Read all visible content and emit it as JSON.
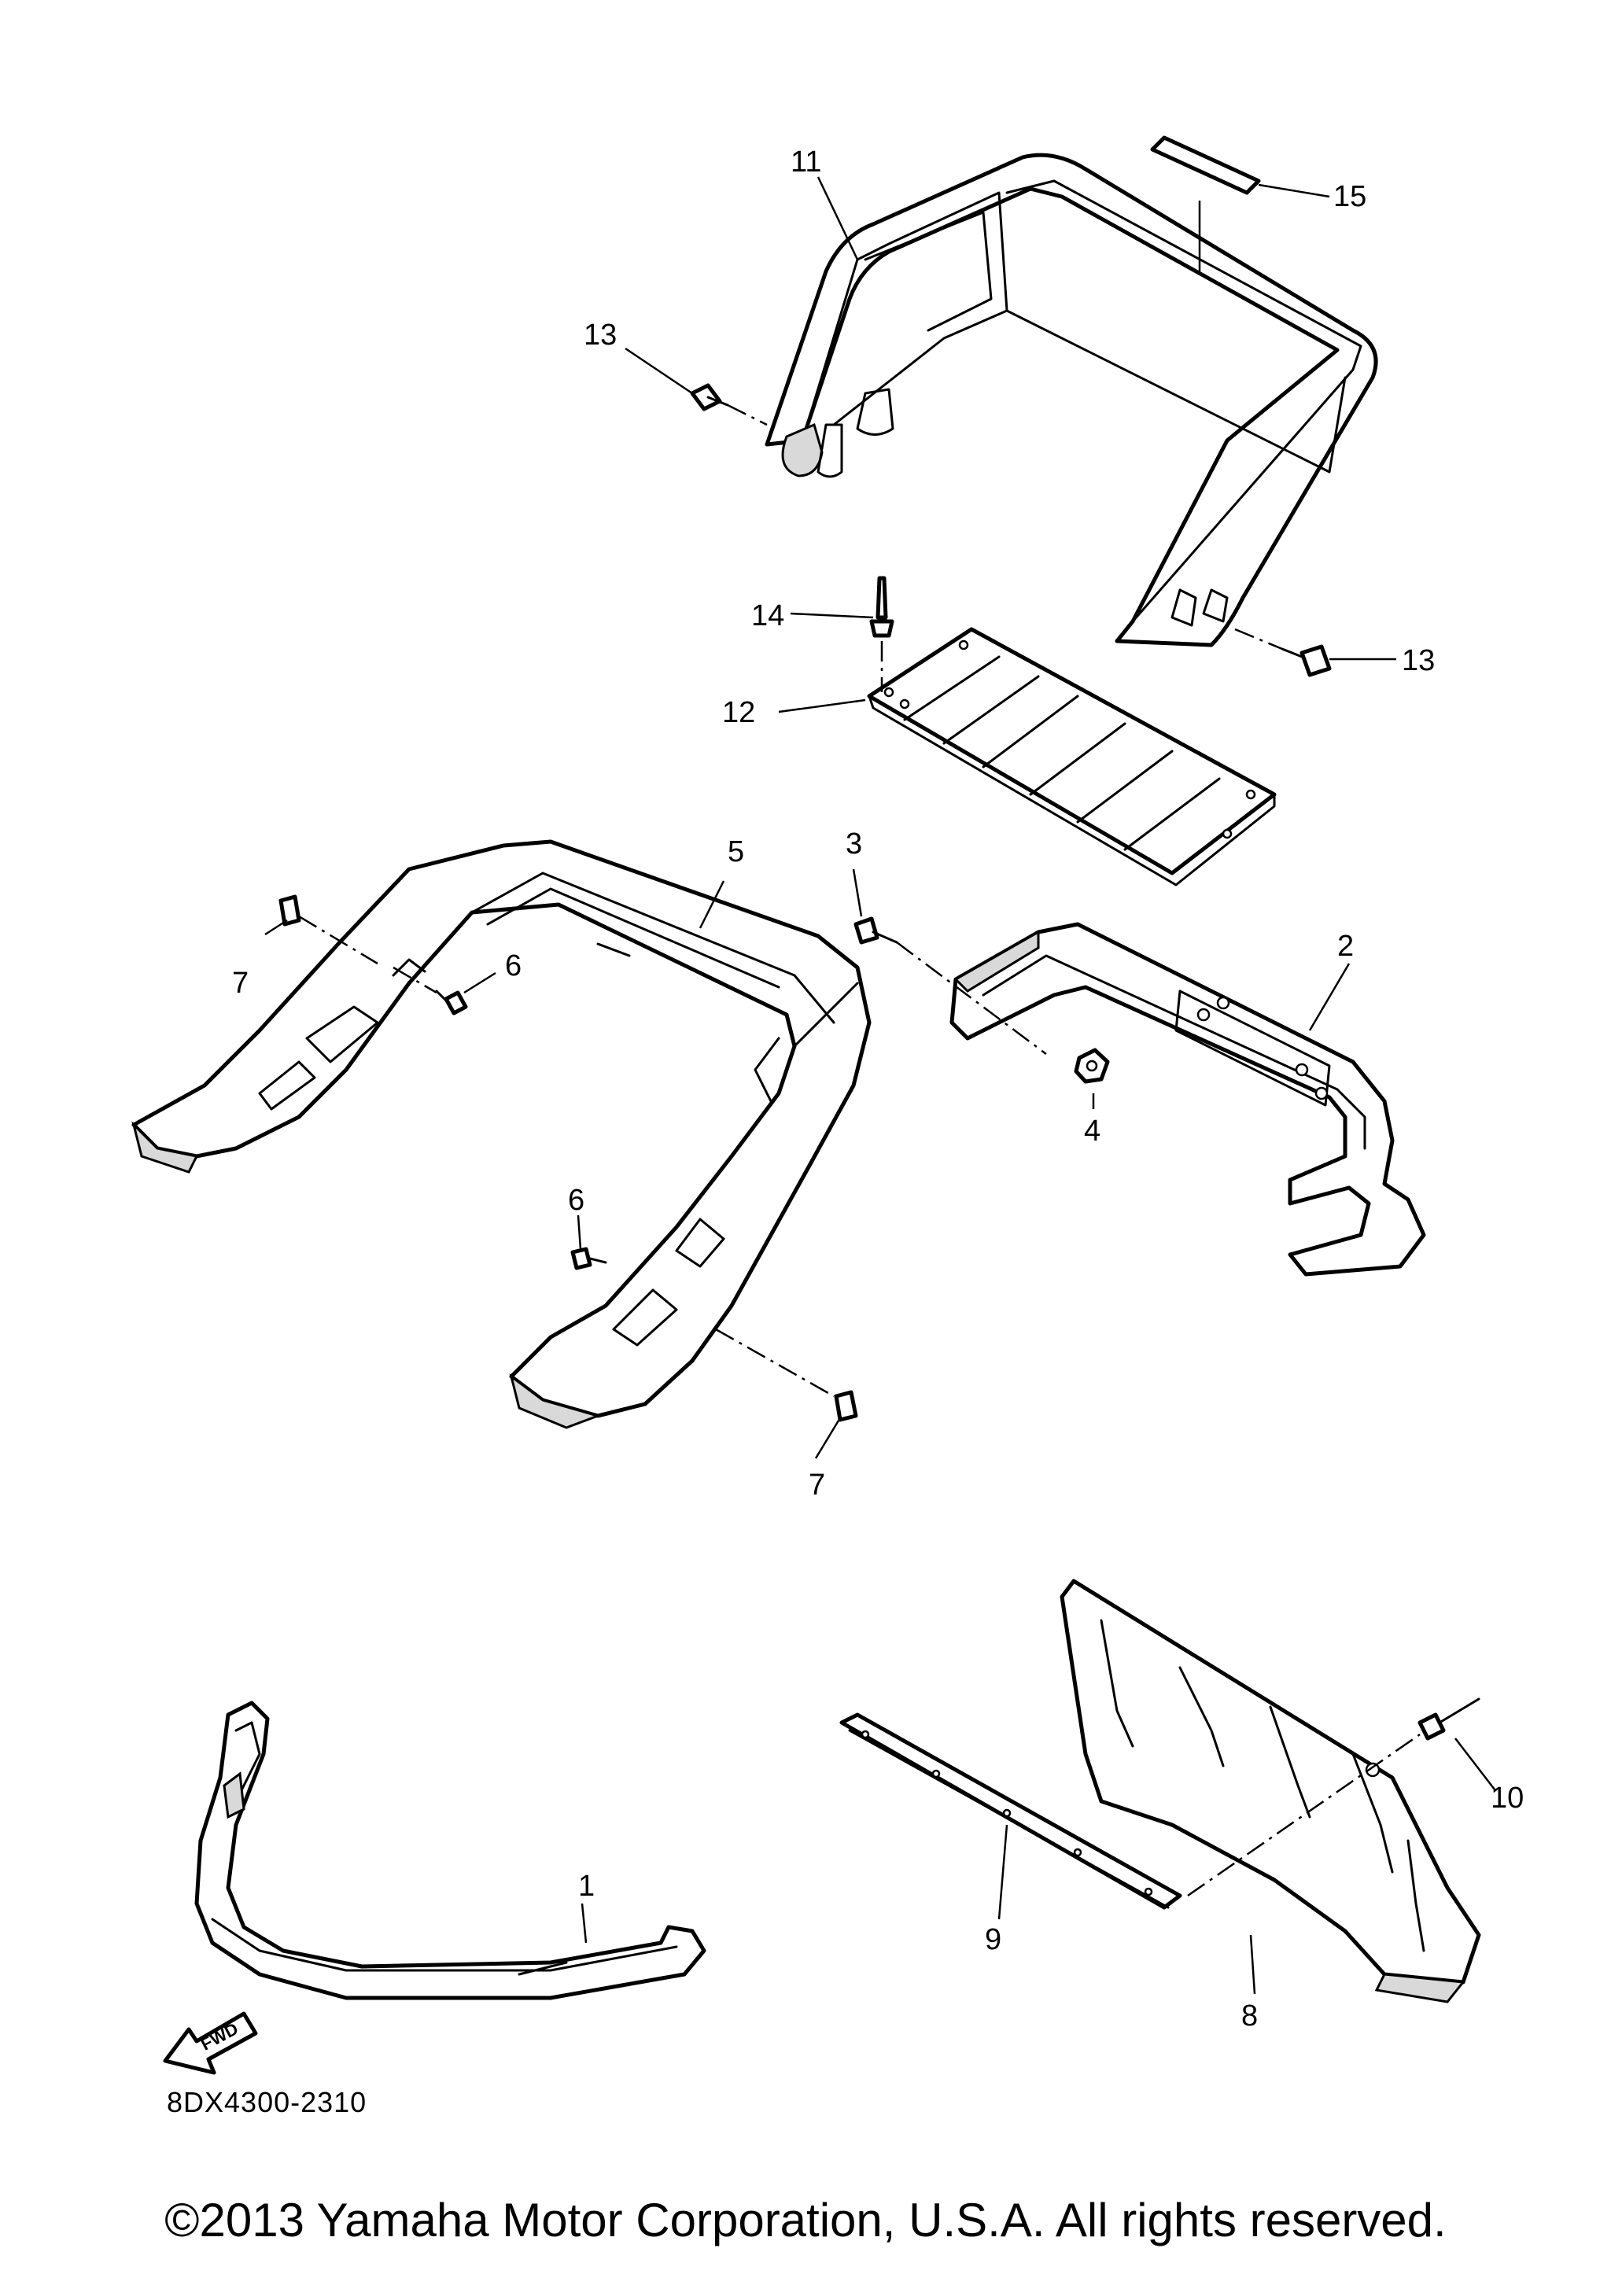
{
  "diagram": {
    "code": "8DX4300-2310",
    "fwd_label": "FWD",
    "copyright": "©2013 Yamaha Motor Corporation, U.S.A. All rights reserved.",
    "callouts": {
      "c1": "1",
      "c2": "2",
      "c3": "3",
      "c4": "4",
      "c5": "5",
      "c6a": "6",
      "c6b": "6",
      "c7a": "7",
      "c7b": "7",
      "c8": "8",
      "c9": "9",
      "c10": "10",
      "c11": "11",
      "c12": "12",
      "c13a": "13",
      "c13b": "13",
      "c14": "14",
      "c15": "15"
    }
  }
}
